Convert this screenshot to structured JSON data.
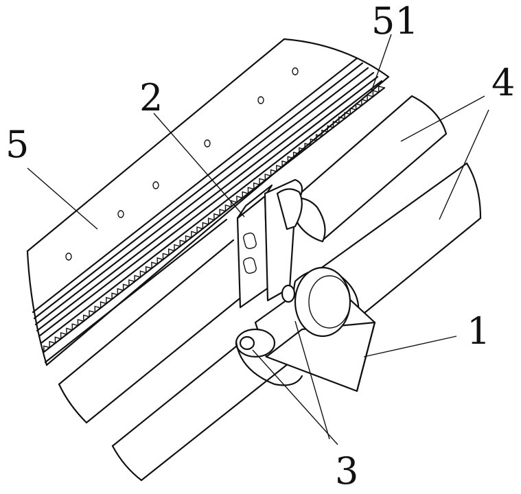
{
  "labels": {
    "plate": "5",
    "rack": "51",
    "bracket": "2",
    "rods": "4",
    "block": "1",
    "bearings": "3"
  },
  "colors": {
    "ink": "#111111",
    "paper": "#ffffff"
  }
}
